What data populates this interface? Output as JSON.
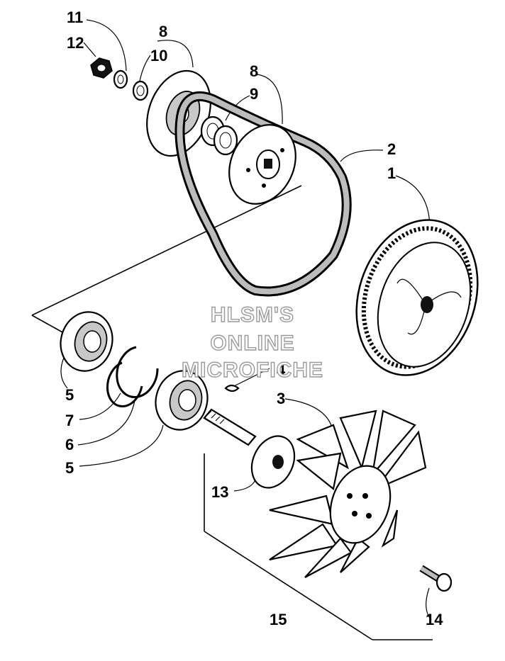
{
  "callouts": {
    "c1": "1",
    "c2": "2",
    "c3": "3",
    "c4": "4",
    "c5a": "5",
    "c5b": "5",
    "c6": "6",
    "c7": "7",
    "c8a": "8",
    "c8b": "8",
    "c9": "9",
    "c10": "10",
    "c11": "11",
    "c12": "12",
    "c13": "13",
    "c14": "14",
    "c15": "15"
  },
  "watermark": {
    "line1": "HLSM'S",
    "line2": "ONLINE",
    "line3": "MICROFICHE"
  }
}
